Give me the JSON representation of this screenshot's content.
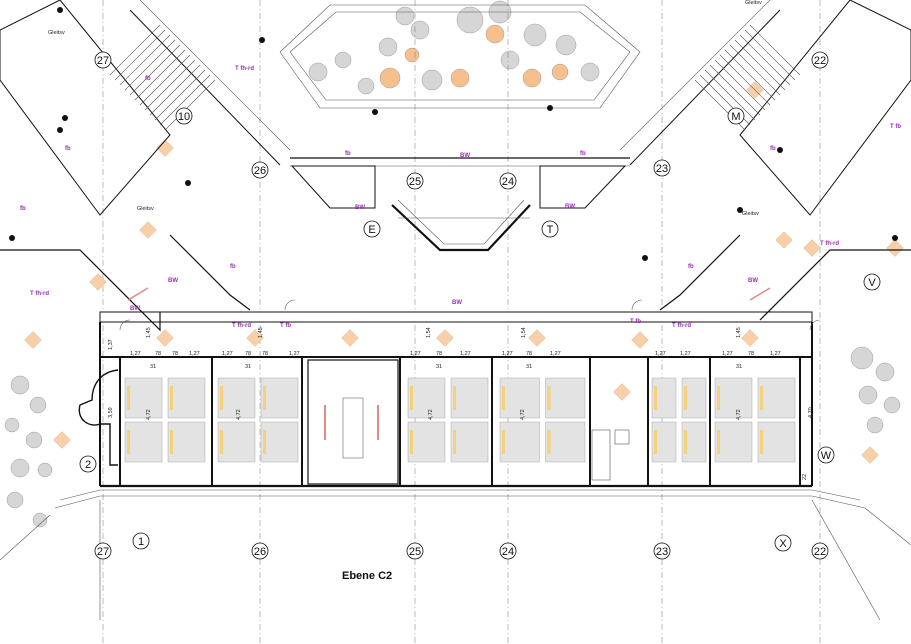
{
  "drawing": {
    "level_title": "Ebene C2",
    "colors": {
      "line": "#111111",
      "annotation": "#9b2fb4",
      "furniture_fill": "#e3e3e3",
      "column_marker": "#f7cfa8",
      "tree_orange": "#f5c08d",
      "tree_grey": "#d6d6d6",
      "door_swing_red": "#e08a8a"
    },
    "axes_top": [
      {
        "label": "27"
      },
      {
        "label": "10"
      },
      {
        "label": "26"
      },
      {
        "label": "25"
      },
      {
        "label": "24"
      },
      {
        "label": "23"
      },
      {
        "label": "M"
      },
      {
        "label": "22"
      },
      {
        "label": "E"
      },
      {
        "label": "T"
      },
      {
        "label": "V"
      },
      {
        "label": "W"
      },
      {
        "label": "2"
      }
    ],
    "axes_bottom": [
      {
        "label": "27"
      },
      {
        "label": "1"
      },
      {
        "label": "26"
      },
      {
        "label": "25"
      },
      {
        "label": "24"
      },
      {
        "label": "23"
      },
      {
        "label": "X"
      },
      {
        "label": "22"
      }
    ],
    "annotations": {
      "bw": "BW",
      "fb": "fb",
      "t_fh_rd": "T fh-rd",
      "t_fb": "T fb",
      "gleitsv": "Gleitsv"
    },
    "dimensions": {
      "module_w": "1,27",
      "desk_w": "78",
      "room_depth": "4,72",
      "corr_h1": "1,45",
      "corr_h2": "1,54",
      "side_h": "1,37",
      "small": "31",
      "right_h": "4,70",
      "low": "22",
      "left_h": "3,59"
    }
  }
}
